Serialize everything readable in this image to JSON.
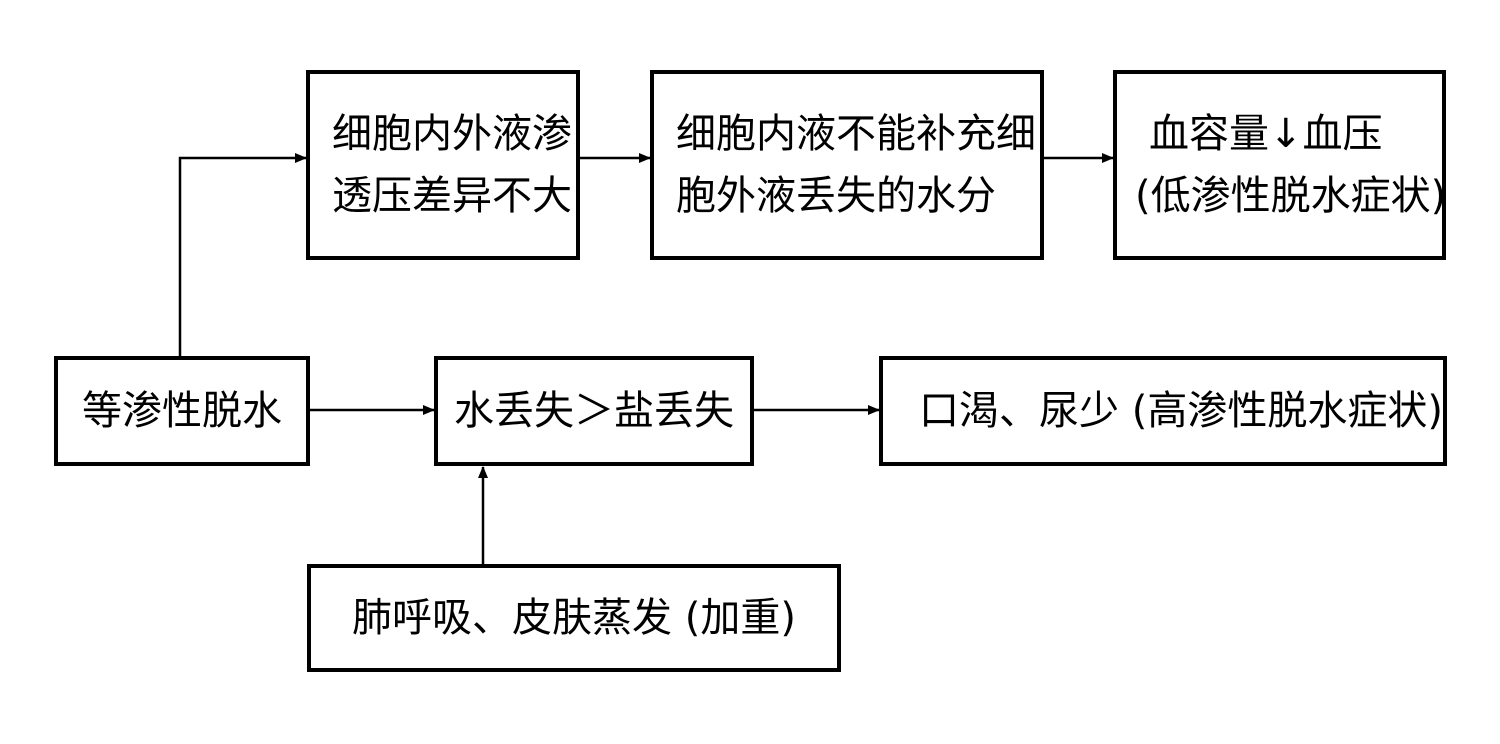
{
  "diagram": {
    "nodes": {
      "isotonic": {
        "label": "等渗性脱水"
      },
      "osmotic_similar": {
        "lines": [
          "细胞内外液渗",
          "透压差异不大"
        ]
      },
      "intracellular": {
        "lines": [
          "细胞内液不能补充细",
          "胞外液丢失的水分"
        ]
      },
      "blood": {
        "line1_a": "血容量",
        "line1_arrow": "↓",
        "line1_b": "血压",
        "line2": "(低渗性脱水症状)"
      },
      "water_loss": {
        "label": "水丢失＞盐丢失"
      },
      "thirst": {
        "label": "口渴、尿少 (高渗性脱水症状)"
      },
      "lung_skin": {
        "label": "肺呼吸、皮肤蒸发 (加重)"
      }
    }
  }
}
